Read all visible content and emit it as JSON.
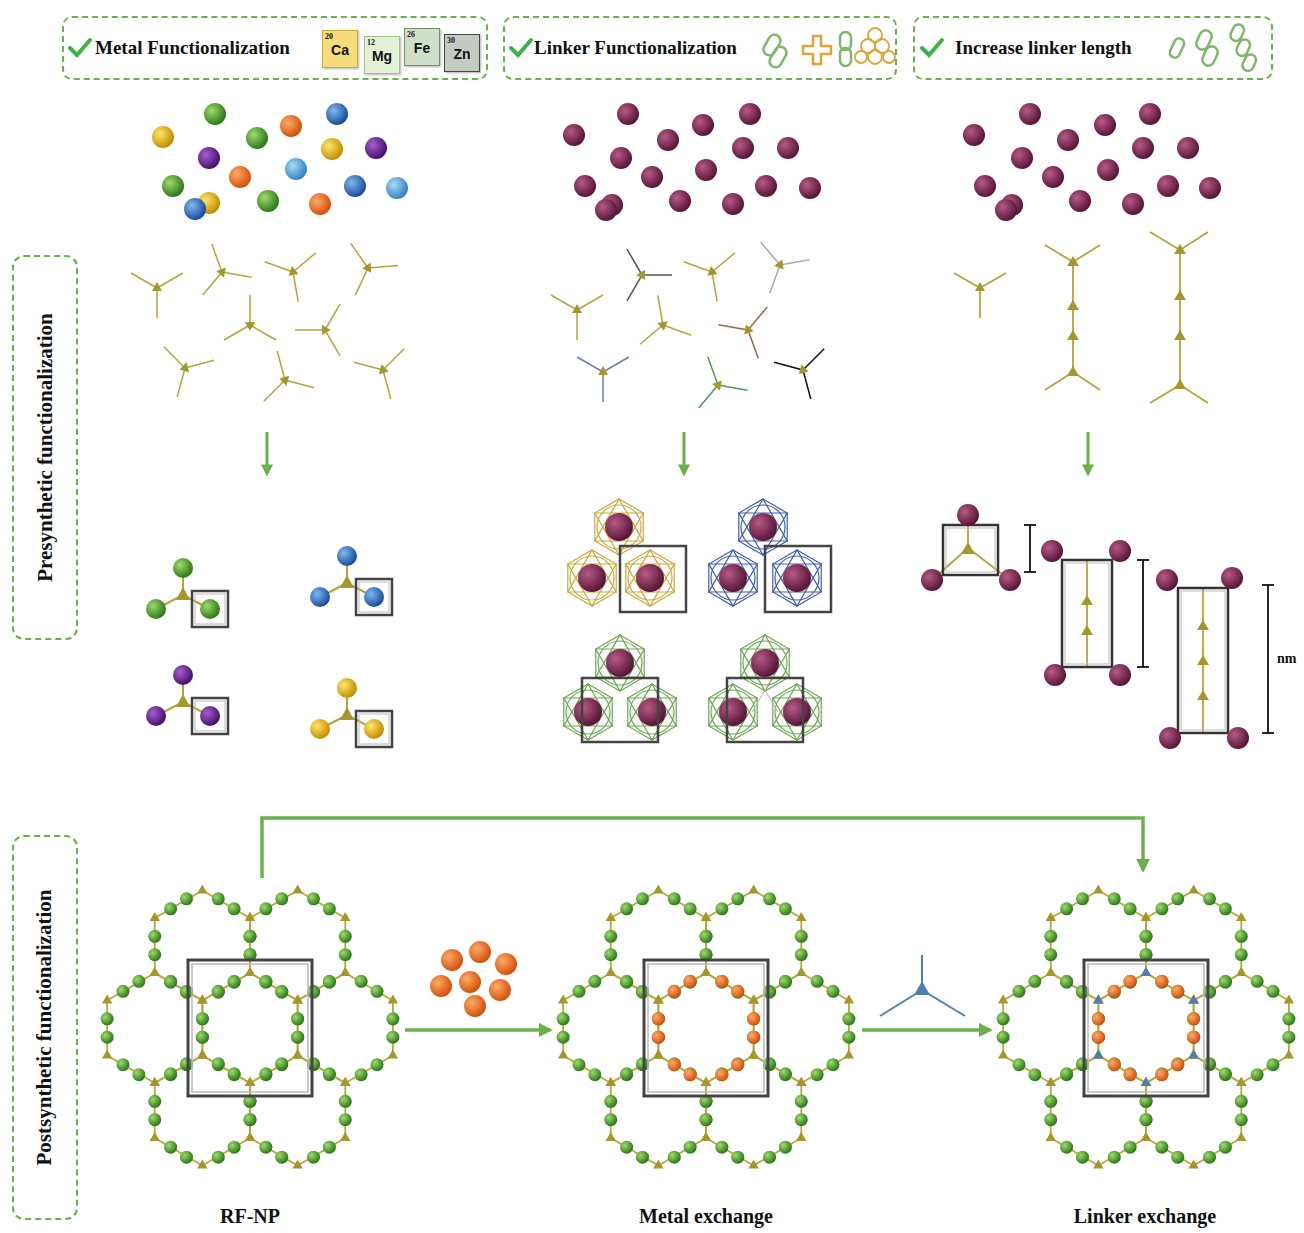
{
  "diagram": {
    "nodes": [
      {
        "text": [
          "Metal Functionalization"
        ]
      },
      {
        "text": [
          "20",
          "Ca"
        ],
        "in": 0
      },
      {
        "text": [
          "12",
          "Mg"
        ],
        "in": 0
      },
      {
        "text": [
          "26",
          "Fe"
        ],
        "in": 0
      },
      {
        "text": [
          "30",
          "Zn"
        ],
        "in": 0
      },
      {
        "text": [
          "Linker Functionalization"
        ]
      },
      {
        "text": [
          "Increase linker length"
        ]
      },
      {
        "text": [
          "Presynthetic functionalization"
        ]
      },
      {
        "text": [
          "Postsynthetic functionalization"
        ]
      },
      {
        "text": [
          "RF-NP"
        ]
      },
      {
        "text": [
          "Metal exchange"
        ]
      },
      {
        "text": [
          "Linker exchange"
        ]
      }
    ],
    "edges": [
      {
        "from": 9,
        "to": 10,
        "arrow": "to"
      },
      {
        "from": 10,
        "to": 11,
        "arrow": "to"
      },
      {
        "from": 9,
        "to": 11,
        "arrow": "to"
      }
    ],
    "labels": [
      "nm"
    ]
  }
}
